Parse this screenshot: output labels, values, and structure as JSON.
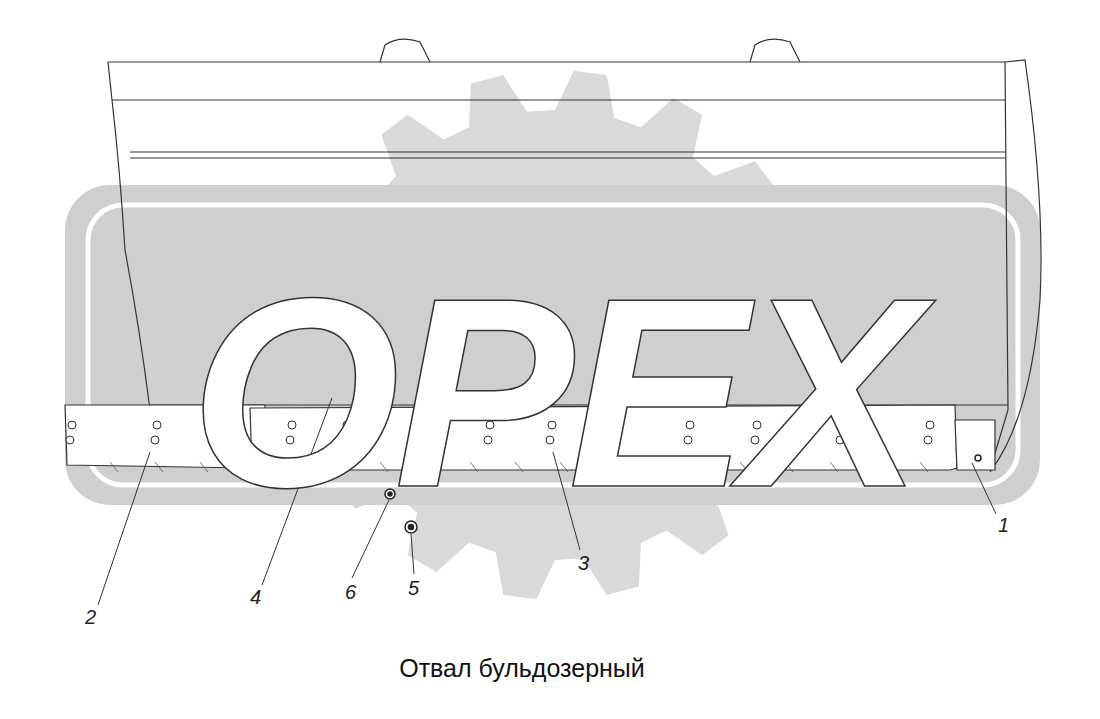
{
  "diagram": {
    "caption": "Отвал бульдозерный",
    "labels": [
      "OPEX",
      "1",
      "2",
      "3",
      "4",
      "5",
      "6"
    ]
  }
}
